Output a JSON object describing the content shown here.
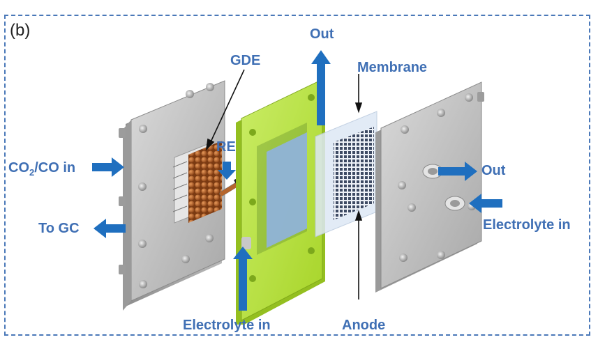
{
  "panel_label": "(b)",
  "labels": {
    "out_top": "Out",
    "membrane": "Membrane",
    "gde": "GDE",
    "re": "RE",
    "co2_prefix": "CO",
    "co2_sub": "2",
    "co2_suffix": "/CO in",
    "out_right": "Out",
    "to_gc": "To GC",
    "electrolyte_in_right": "Electrolyte in",
    "electrolyte_in_bottom": "Electrolyte in",
    "anode": "Anode"
  },
  "colors": {
    "label_blue": "#3f6fb4",
    "arrow_blue": "#1f6fbf",
    "frame_dash": "#4a78b8",
    "plate_gray": "#bdbdbd",
    "spacer_green": "#b8e03a",
    "window_blue": "#8fb3e0",
    "gde_copper": "#b5652c"
  }
}
